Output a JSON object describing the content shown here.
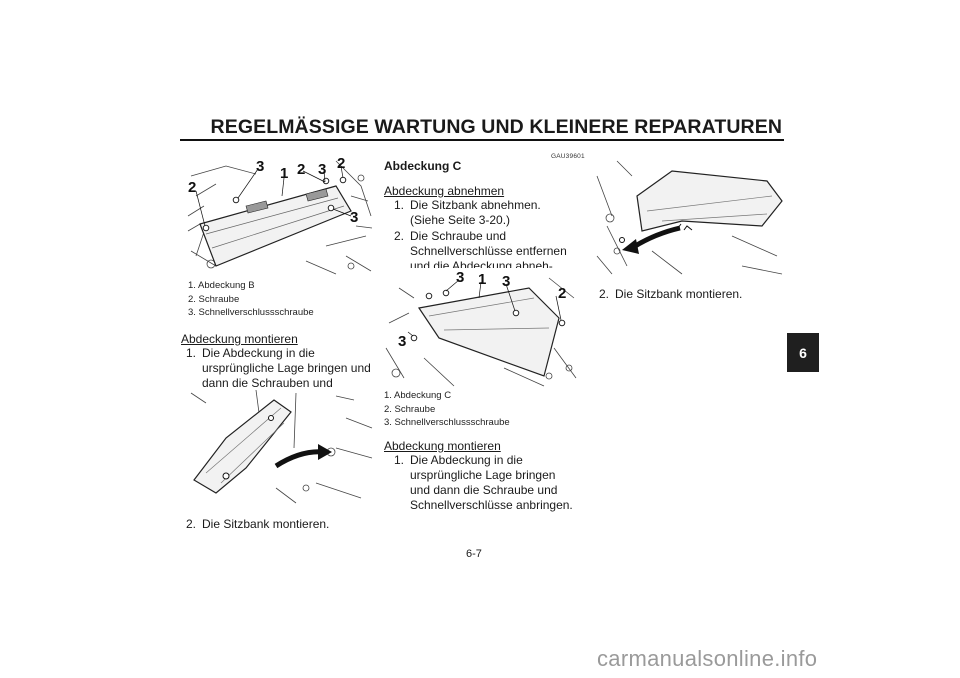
{
  "header": {
    "title": "REGELMÄSSIGE WARTUNG UND KLEINERE REPARATUREN"
  },
  "chapter_tab": "6",
  "left": {
    "figure_labels": [
      "3",
      "1",
      "2",
      "3",
      "2",
      "2",
      "3"
    ],
    "legend": [
      "1. Abdeckung B",
      "2. Schraube",
      "3. Schnellverschlussschraube"
    ],
    "install_heading": "Abdeckung montieren",
    "install_steps": [
      {
        "n": "1.",
        "text": "Die Abdeckung in die ursprüngliche Lage bringen und dann die Schrauben und Schnellverschlüsse anbringen."
      },
      {
        "n": "2.",
        "text": "Die Sitzbank montieren."
      }
    ]
  },
  "middle": {
    "code": "GAU39601",
    "title": "Abdeckung C",
    "remove_heading": "Abdeckung abnehmen",
    "remove_steps": [
      {
        "n": "1.",
        "text": "Die Sitzbank abnehmen. (Siehe Seite 3-20.)"
      },
      {
        "n": "2.",
        "text": "Die Schraube und Schnellverschlüsse entfernen und die Abdeckung abneh-men."
      }
    ],
    "figure_labels": [
      "3",
      "1",
      "3",
      "2",
      "3"
    ],
    "legend": [
      "1. Abdeckung C",
      "2. Schraube",
      "3. Schnellverschlussschraube"
    ],
    "install_heading": "Abdeckung montieren",
    "install_steps": [
      {
        "n": "1.",
        "text": "Die Abdeckung in die ursprüngliche Lage bringen und dann die Schraube und Schnellverschlüsse anbringen."
      }
    ]
  },
  "right": {
    "install_steps": [
      {
        "n": "2.",
        "text": "Die Sitzbank montieren."
      }
    ]
  },
  "page_number": "6-7",
  "watermark": "carmanualsonline.info"
}
